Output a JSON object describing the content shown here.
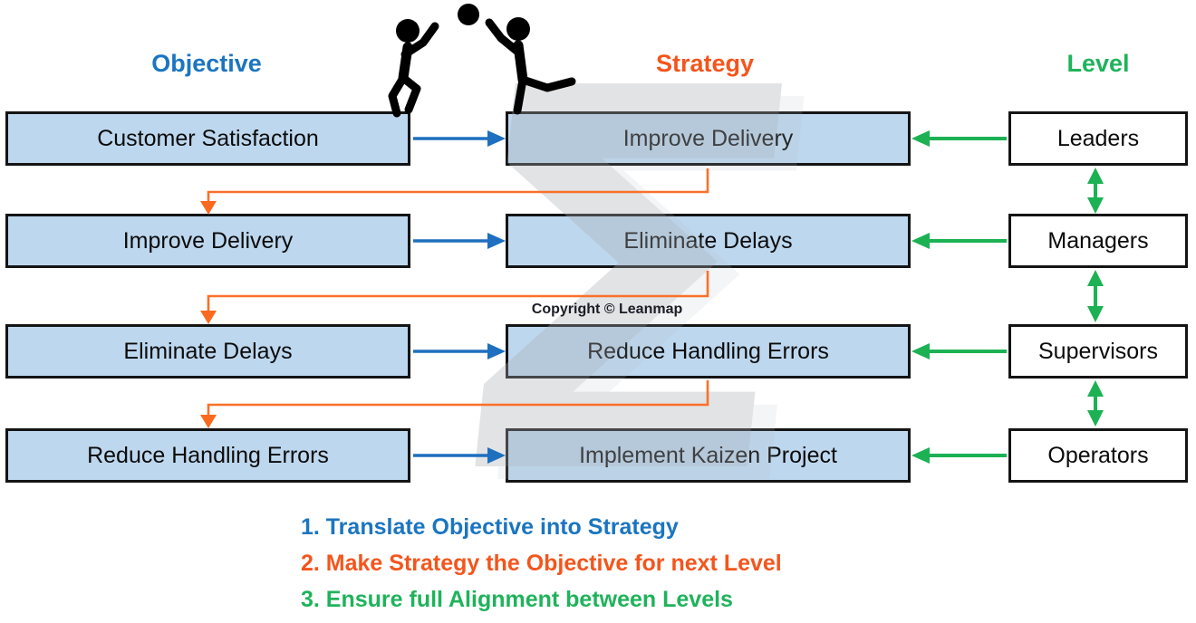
{
  "headers": {
    "objective": "Objective",
    "strategy": "Strategy",
    "level": "Level"
  },
  "rows": [
    {
      "objective": "Customer Satisfaction",
      "strategy": "Improve Delivery",
      "level": "Leaders"
    },
    {
      "objective": "Improve Delivery",
      "strategy": "Eliminate Delays",
      "level": "Managers"
    },
    {
      "objective": "Eliminate Delays",
      "strategy": "Reduce Handling Errors",
      "level": "Supervisors"
    },
    {
      "objective": "Reduce Handling Errors",
      "strategy": "Implement Kaizen Project",
      "level": "Operators"
    }
  ],
  "watermark": {
    "copyright": "Copyright © Leanmap",
    "sigma_glyph": "Σ"
  },
  "legend": {
    "items": [
      {
        "label": "1. Translate Objective into Strategy",
        "color": "#1B75C0"
      },
      {
        "label": "2. Make Strategy the Objective for next Level",
        "color": "#F4551C"
      },
      {
        "label": "3. Ensure full Alignment between Levels",
        "color": "#1FB35B"
      }
    ]
  },
  "icons": {
    "catchball": "two-stick-figures-playing-catchball"
  },
  "colors": {
    "objective_blue": "#1B75C0",
    "strategy_orange": "#F4551C",
    "level_green": "#1FB35B",
    "arrow_blue": "#1E6FBF",
    "arrow_green": "#1CB254",
    "arrow_orange": "#F97129",
    "box_fill": "#BDD7EE",
    "box_border": "#141414",
    "level_box_fill": "#FFFFFF"
  }
}
